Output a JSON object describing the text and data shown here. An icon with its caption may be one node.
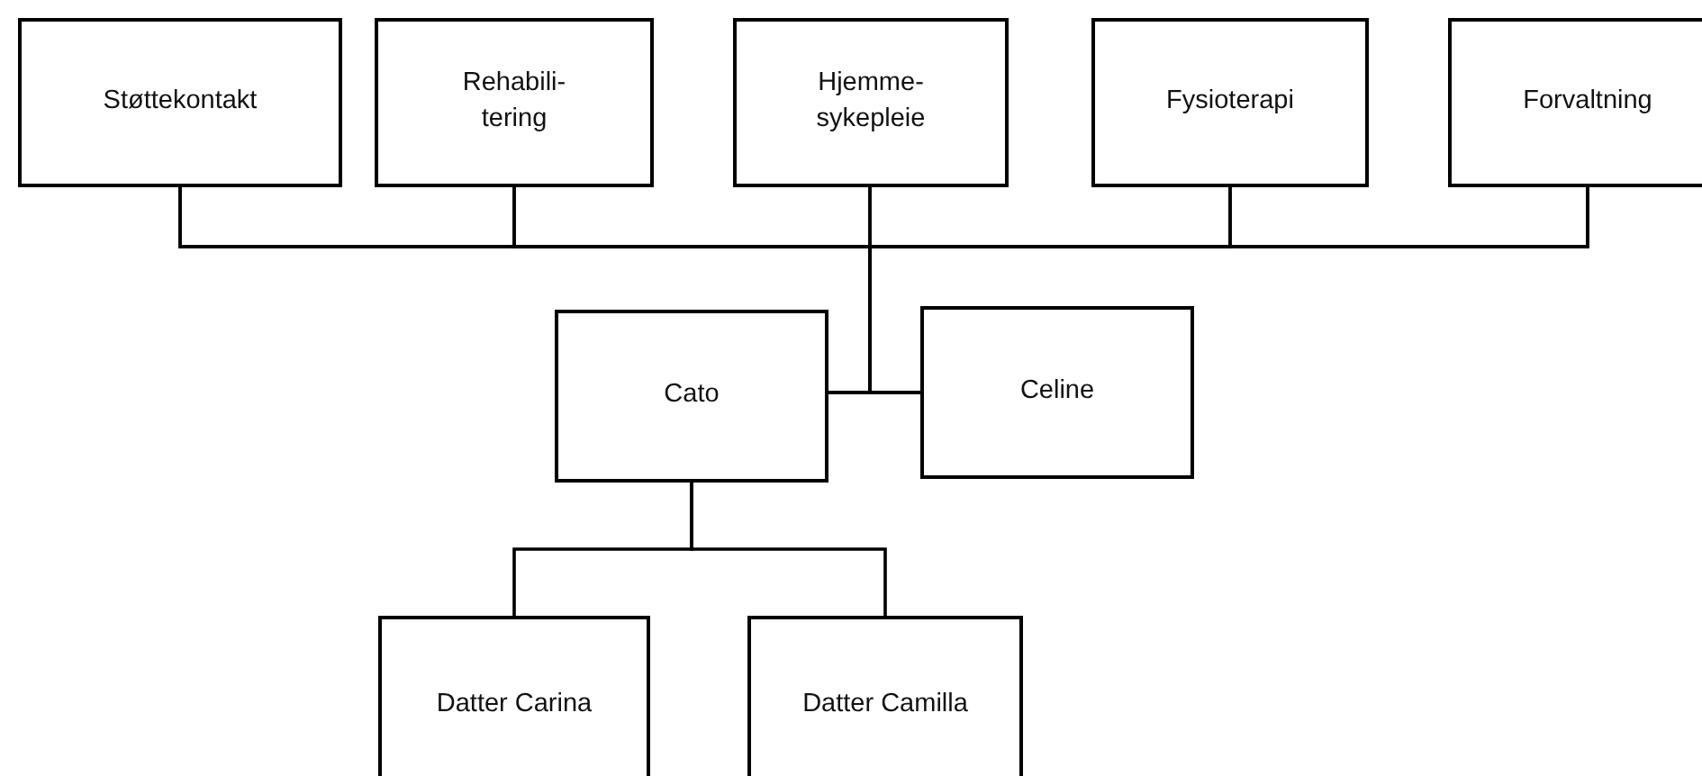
{
  "diagram": {
    "nodes": [
      {
        "text": [
          "Støttekontakt"
        ]
      },
      {
        "text": [
          "Rehabili- tering"
        ]
      },
      {
        "text": [
          "Hjemme- sykepleie"
        ]
      },
      {
        "text": [
          "Fysioterapi"
        ]
      },
      {
        "text": [
          "Forvaltning"
        ]
      },
      {
        "text": [
          "Cato"
        ]
      },
      {
        "text": [
          "Celine"
        ]
      },
      {
        "text": [
          "Datter Carina"
        ]
      },
      {
        "text": [
          "Datter Camilla"
        ]
      }
    ],
    "edges": [
      {
        "from": 0,
        "to": 5,
        "arrow": "none"
      },
      {
        "from": 1,
        "to": 5,
        "arrow": "none"
      },
      {
        "from": 2,
        "to": 5,
        "arrow": "none"
      },
      {
        "from": 3,
        "to": 5,
        "arrow": "none"
      },
      {
        "from": 4,
        "to": 5,
        "arrow": "none"
      },
      {
        "from": 0,
        "to": 6,
        "arrow": "none"
      },
      {
        "from": 1,
        "to": 6,
        "arrow": "none"
      },
      {
        "from": 2,
        "to": 6,
        "arrow": "none"
      },
      {
        "from": 3,
        "to": 6,
        "arrow": "none"
      },
      {
        "from": 4,
        "to": 6,
        "arrow": "none"
      },
      {
        "from": 5,
        "to": 6,
        "arrow": "none"
      },
      {
        "from": 5,
        "to": 7,
        "arrow": "none"
      },
      {
        "from": 5,
        "to": 8,
        "arrow": "none"
      }
    ]
  }
}
